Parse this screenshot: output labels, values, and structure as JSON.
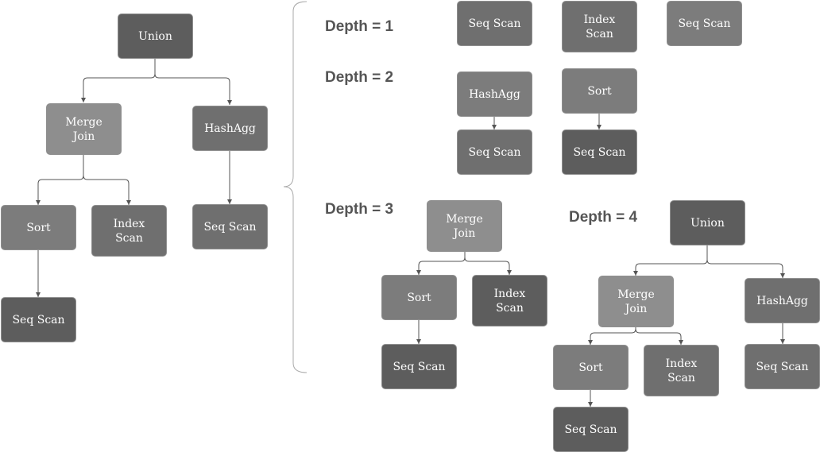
{
  "colors": {
    "node_dark": "#5d5d5d",
    "node_mid": "#6f6f6f",
    "node_light": "#7c7c7c",
    "node_lighter": "#8e8e8e",
    "edge": "#555555",
    "brace": "#aaaaaa"
  },
  "full_tree": {
    "union": "Union",
    "merge_join": "Merge\nJoin",
    "hashagg": "HashAgg",
    "sort": "Sort",
    "index_scan": "Index\nScan",
    "seq_scan_hashagg": "Seq Scan",
    "seq_scan_sort": "Seq Scan"
  },
  "depth1": {
    "label": "Depth = 1",
    "seq_scan_a": "Seq Scan",
    "index_scan": "Index\nScan",
    "seq_scan_b": "Seq Scan"
  },
  "depth2": {
    "label": "Depth = 2",
    "hashagg": "HashAgg",
    "hashagg_seq_scan": "Seq Scan",
    "sort": "Sort",
    "sort_seq_scan": "Seq Scan"
  },
  "depth3": {
    "label": "Depth = 3",
    "merge_join": "Merge\nJoin",
    "sort": "Sort",
    "index_scan": "Index\nScan",
    "seq_scan": "Seq Scan"
  },
  "depth4": {
    "label": "Depth = 4",
    "union": "Union",
    "merge_join": "Merge\nJoin",
    "hashagg": "HashAgg",
    "sort": "Sort",
    "index_scan": "Index\nScan",
    "seq_scan_hashagg": "Seq Scan",
    "seq_scan_sort": "Seq Scan"
  }
}
